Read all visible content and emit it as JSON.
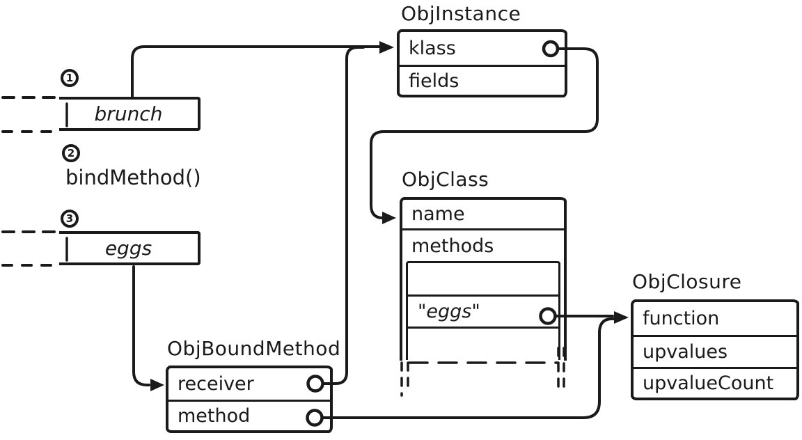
{
  "colors": {
    "ink": "#1a1a1a",
    "paper": "#ffffff"
  },
  "stack": {
    "slot1": {
      "badge": "1",
      "value": "brunch"
    },
    "step2": {
      "badge": "2",
      "label": "bindMethod()"
    },
    "slot3": {
      "badge": "3",
      "value": "eggs"
    }
  },
  "nodes": {
    "obj_instance": {
      "title": "ObjInstance",
      "field1": "klass",
      "field2": "fields"
    },
    "obj_class": {
      "title": "ObjClass",
      "field1": "name",
      "field2": "methods",
      "entry": "\"eggs\""
    },
    "obj_closure": {
      "title": "ObjClosure",
      "field1": "function",
      "field2": "upvalues",
      "field3": "upvalueCount"
    },
    "obj_bound_method": {
      "title": "ObjBoundMethod",
      "field1": "receiver",
      "field2": "method"
    }
  },
  "pointers": [
    {
      "from": "stack slot 1 (brunch)",
      "to": "ObjInstance (klass row)"
    },
    {
      "from": "ObjBoundMethod.receiver",
      "to": "ObjInstance (klass row)"
    },
    {
      "from": "ObjInstance.klass",
      "to": "ObjClass (name row)"
    },
    {
      "from": "ObjClass.methods entry \"eggs\"",
      "to": "ObjClosure (function row)"
    },
    {
      "from": "ObjBoundMethod.method",
      "to": "ObjClosure (function row)"
    },
    {
      "from": "stack slot 3 (eggs)",
      "to": "ObjBoundMethod (receiver row)"
    }
  ]
}
